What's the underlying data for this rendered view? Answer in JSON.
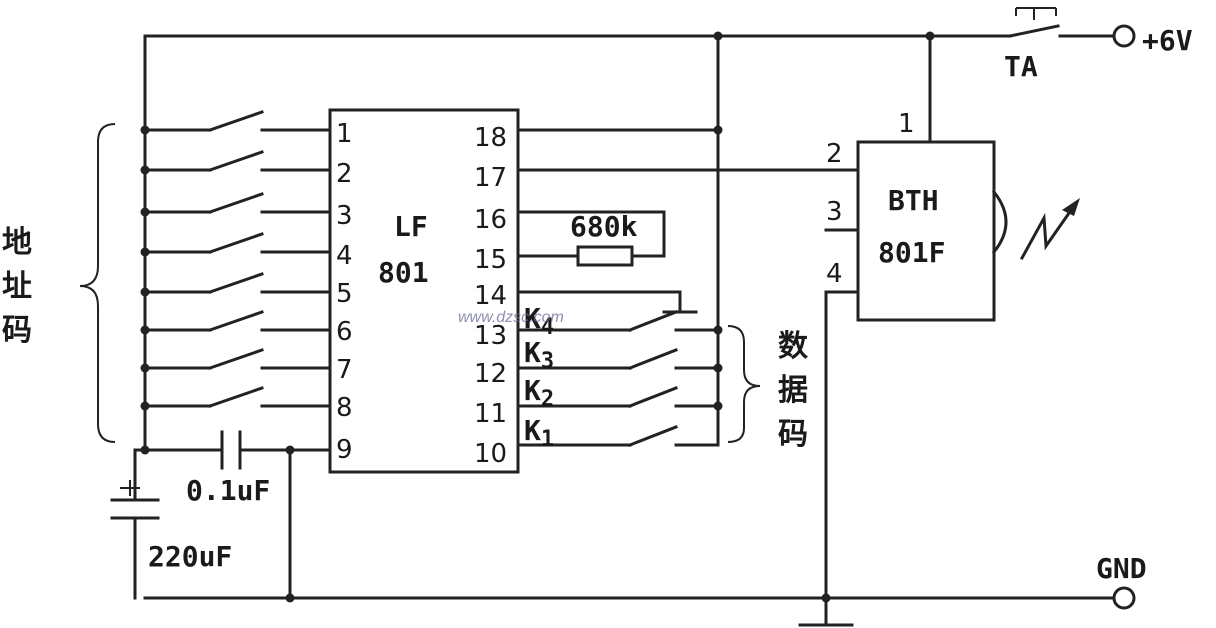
{
  "labels": {
    "ic1_name": "LF",
    "ic1_part": "801",
    "ic2_name": "BTH",
    "ic2_part": "801F",
    "resistor": "680k",
    "cap_small": "0.1uF",
    "cap_large": "220uF",
    "switch_ta": "TA",
    "supply": "+6V",
    "ground": "GND",
    "address_group": [
      "地",
      "址",
      "码"
    ],
    "data_group": [
      "数",
      "据",
      "码"
    ],
    "watermark": "www.dzsc.com"
  },
  "ic1_left_pins": [
    "1",
    "2",
    "3",
    "4",
    "5",
    "6",
    "7",
    "8",
    "9"
  ],
  "ic1_right_pins": [
    "18",
    "17",
    "16",
    "15",
    "14",
    "13",
    "12",
    "11",
    "10"
  ],
  "ic2_pins": [
    "1",
    "2",
    "3",
    "4"
  ],
  "data_keys": [
    {
      "letter": "K",
      "sub": "4"
    },
    {
      "letter": "K",
      "sub": "3"
    },
    {
      "letter": "K",
      "sub": "2"
    },
    {
      "letter": "K",
      "sub": "1"
    }
  ]
}
